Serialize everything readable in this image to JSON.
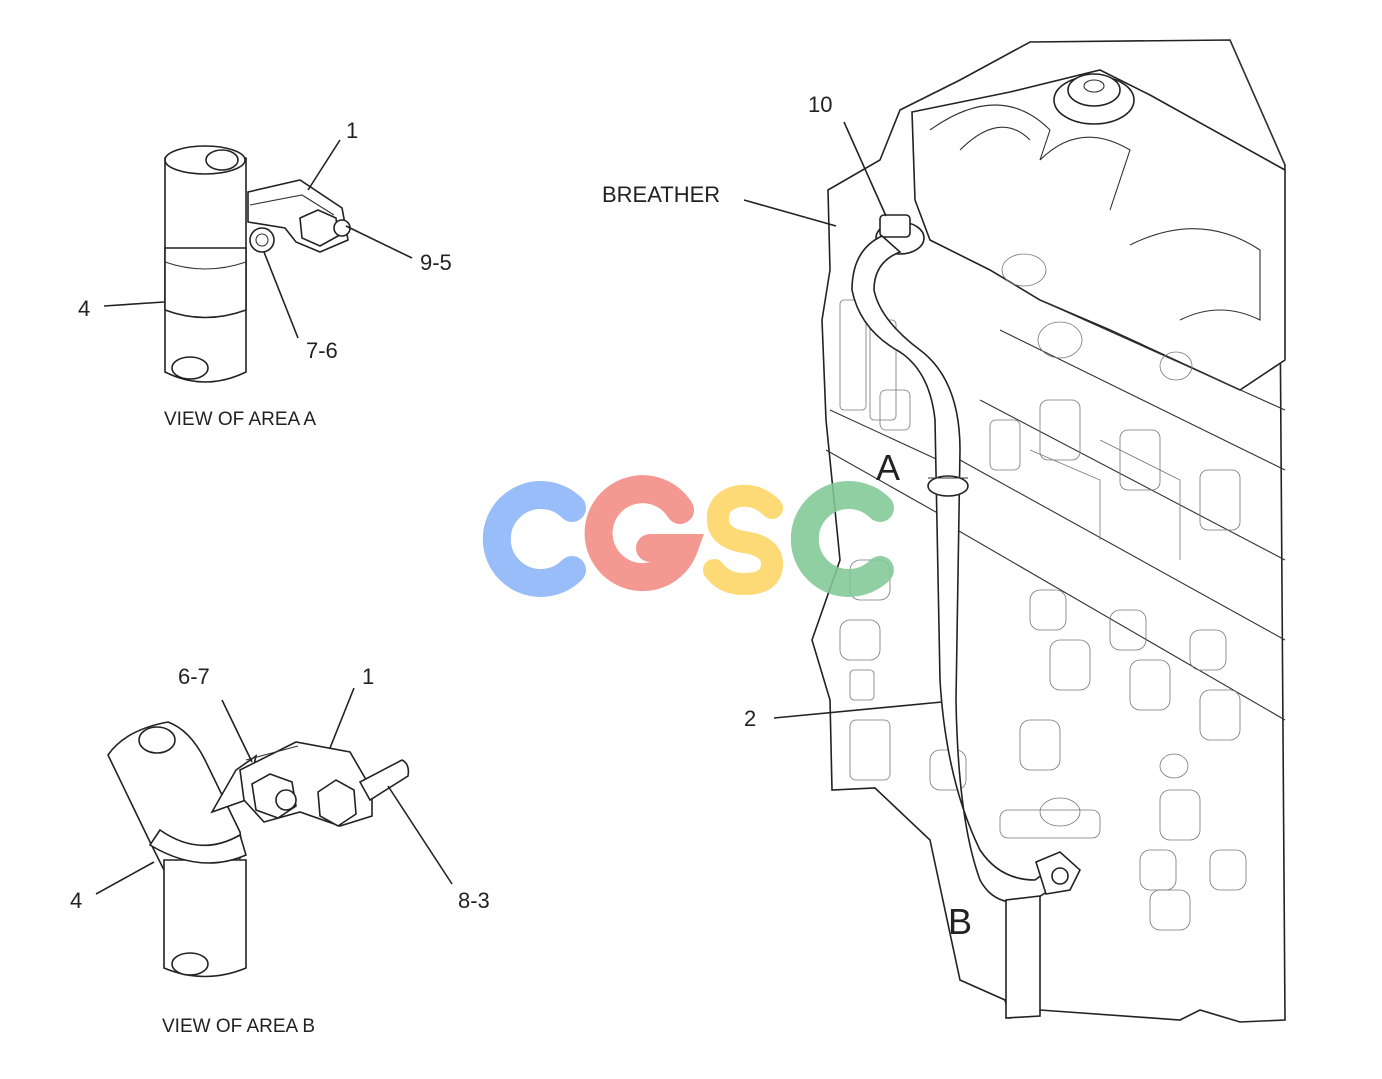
{
  "view_a": {
    "callouts": {
      "c1": "1",
      "c9_5": "9-5",
      "c4": "4",
      "c7_6": "7-6"
    },
    "caption": "VIEW OF AREA  A"
  },
  "view_b": {
    "callouts": {
      "c6_7": "6-7",
      "c1": "1",
      "c4": "4",
      "c8_3": "8-3"
    },
    "caption": "VIEW OF AREA  B"
  },
  "engine": {
    "callouts": {
      "c10": "10",
      "breather": "BREATHER",
      "c2": "2"
    },
    "area_a": "A",
    "area_b": "B"
  },
  "watermark": {
    "letters": [
      "C",
      "G",
      "S",
      "C"
    ],
    "colors": [
      "#8ab4f8",
      "#f28b82",
      "#fdd663",
      "#81c995"
    ]
  }
}
